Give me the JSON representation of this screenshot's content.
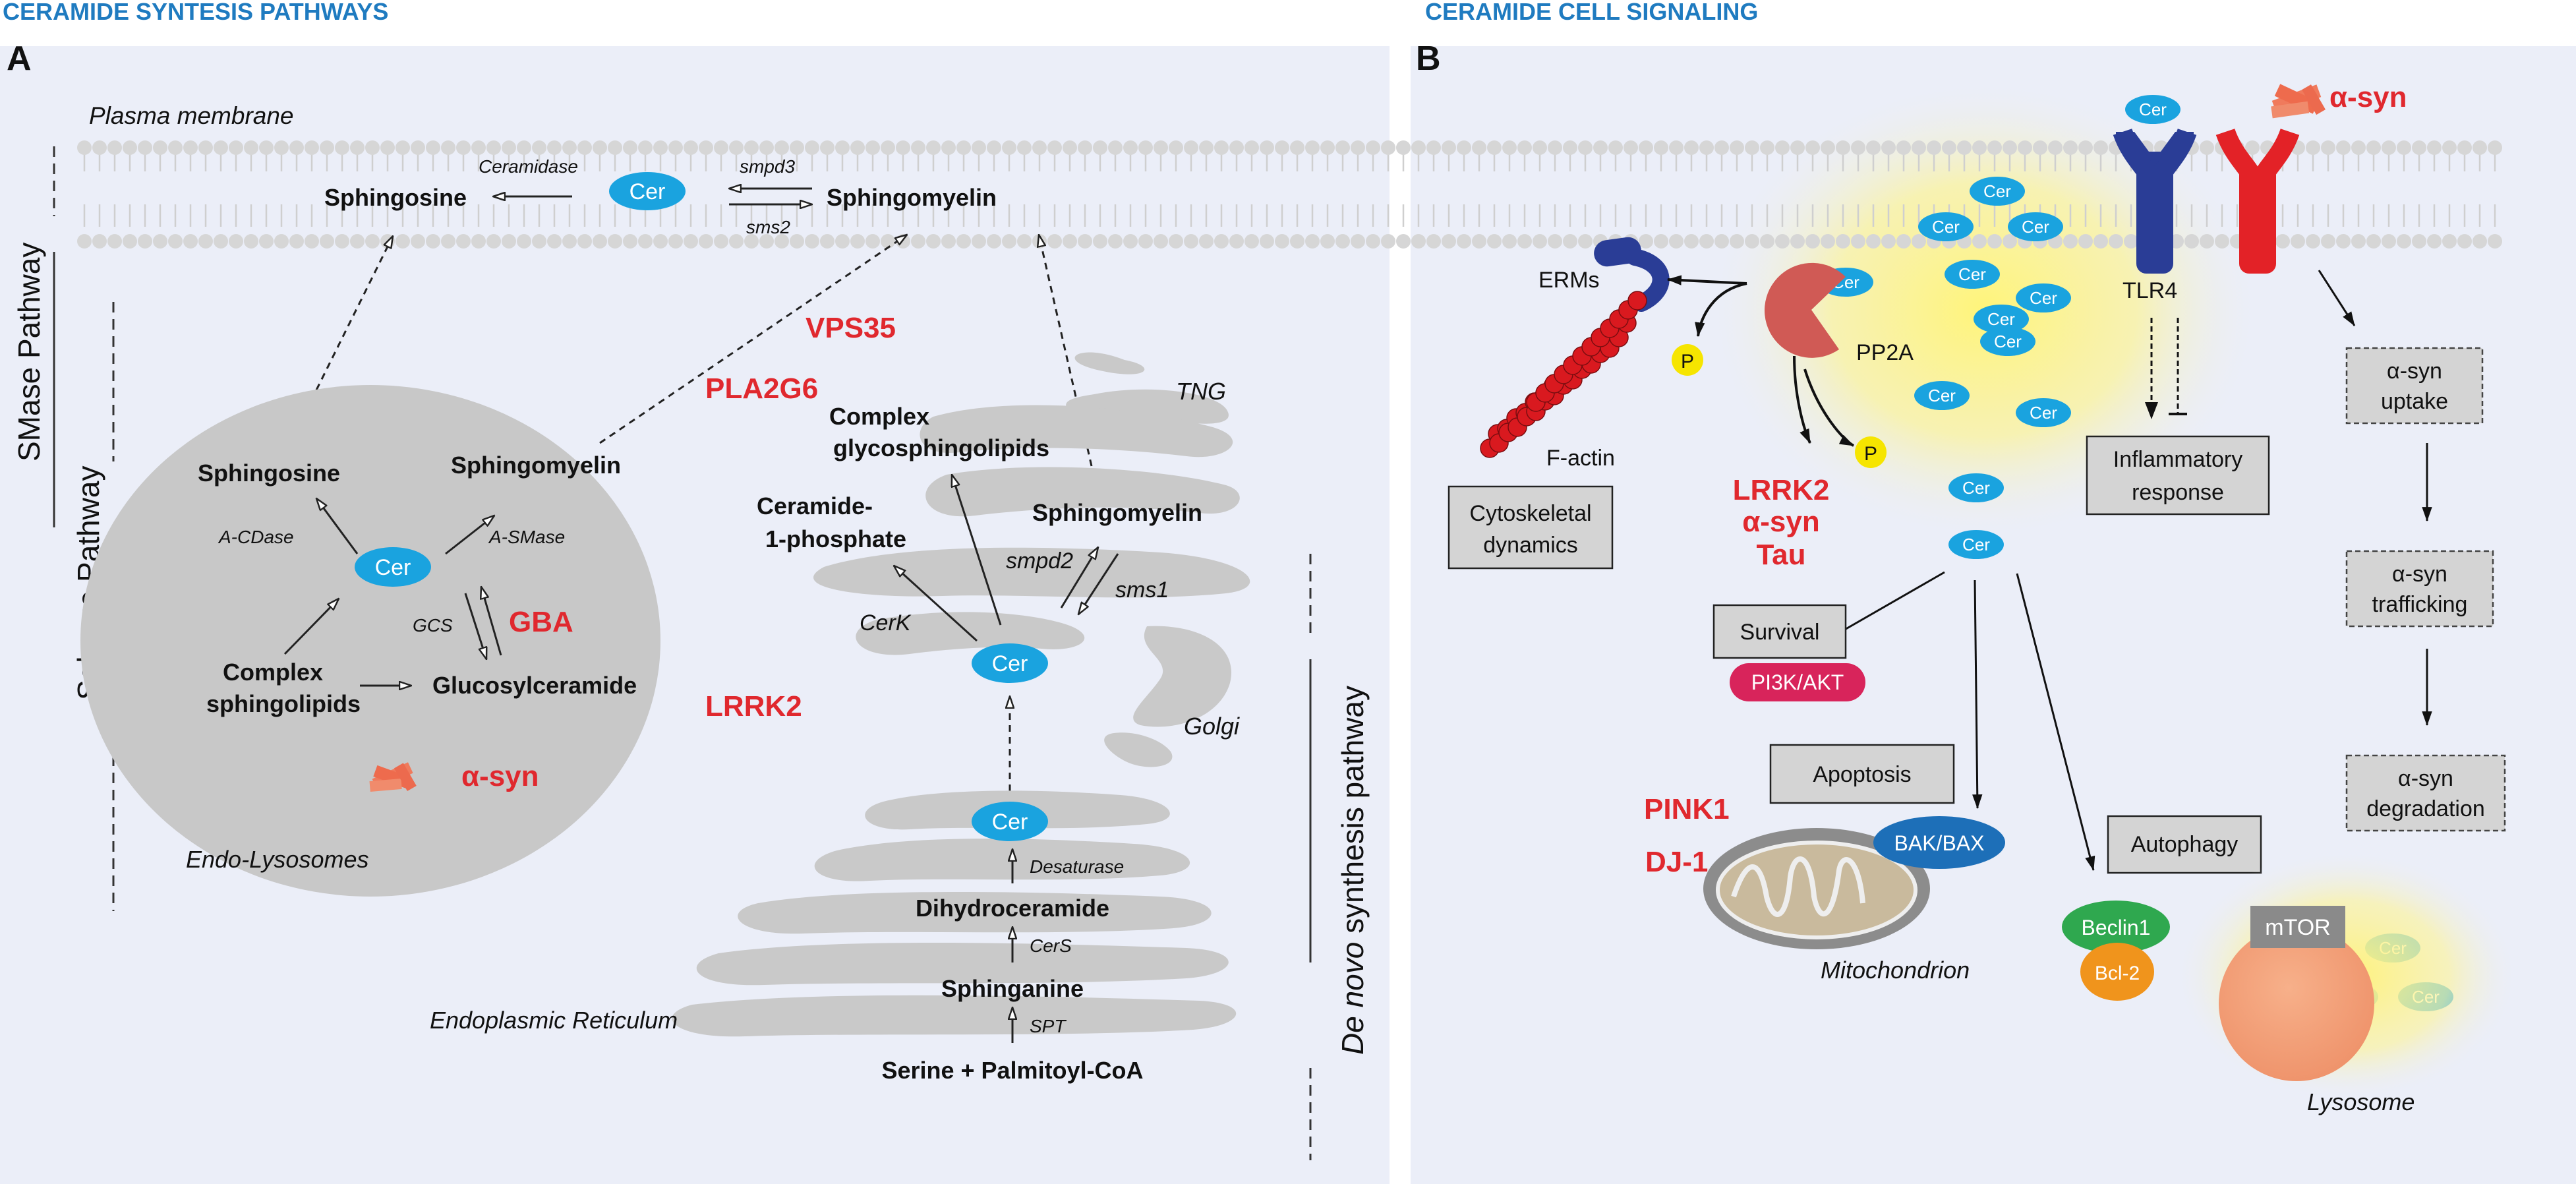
{
  "colors": {
    "header_blue": "#1f7bc0",
    "panel_bg": "#ebeef8",
    "gray_shape": "#c9c9c9",
    "cer_blue": "#1aa3df",
    "red_text": "#e0282e",
    "tlr4_blue": "#2a3d96",
    "asyn_receptor_red": "#e32227",
    "pi3k_pink": "#d8245b",
    "bak_blue": "#1d6fb8",
    "beclin_green": "#2fa84f",
    "bcl2_orange": "#f0941c",
    "p_yellow": "#f6e500"
  },
  "panel_a": {
    "header": "CERAMIDE SYNTESIS PATHWAYS",
    "letter": "A",
    "membrane_label": "Plasma membrane",
    "membrane": {
      "sphingosine": "Sphingosine",
      "ceramidase": "Ceramidase",
      "cer": "Cer",
      "smpd3": "smpd3",
      "sms2": "sms2",
      "sphingomyelin": "Sphingomyelin"
    },
    "side_labels": {
      "smase": "SMase Pathway",
      "salvage": "Salvage Pathway",
      "denovo_italic": "De novo",
      "denovo_rest": " synthesis pathway"
    },
    "endolysosome": {
      "label": "Endo-Lysosomes",
      "sphingosine": "Sphingosine",
      "sphingomyelin": "Sphingomyelin",
      "acdase": "A-CDase",
      "asmase": "A-SMase",
      "cer": "Cer",
      "gcs": "GCS",
      "gba": "GBA",
      "complex_l1": "Complex",
      "complex_l2": "sphingolipids",
      "glucosylceramide": "Glucosylceramide",
      "asyn": "α-syn"
    },
    "red_labels": {
      "vps35": "VPS35",
      "pla2g6": "PLA2G6",
      "lrrk2": "LRRK2"
    },
    "golgi": {
      "tng": "TNG",
      "golgi": "Golgi",
      "complex_l1": "Complex",
      "complex_l2": "glycosphingolipids",
      "c1p_l1": "Ceramide-",
      "c1p_l2": "1-phosphate",
      "sphingomyelin": "Sphingomyelin",
      "smpd2": "smpd2",
      "sms1": "sms1",
      "cerk": "CerK",
      "cer": "Cer"
    },
    "er": {
      "label": "Endoplasmic Reticulum",
      "cer": "Cer",
      "desaturase": "Desaturase",
      "dihydroceramide": "Dihydroceramide",
      "cers": "CerS",
      "sphinganine": "Sphinganine",
      "spt": "SPT",
      "serine": "Serine + Palmitoyl-CoA"
    }
  },
  "panel_b": {
    "header": "CERAMIDE CELL SIGNALING",
    "letter": "B",
    "asyn_top": "α-syn",
    "cer": "Cer",
    "erms": "ERMs",
    "p": "P",
    "pp2a": "PP2A",
    "tlr4": "TLR4",
    "factin": "F-actin",
    "cyto_l1": "Cytoskeletal",
    "cyto_l2": "dynamics",
    "red_list": [
      "LRRK2",
      "α-syn",
      "Tau"
    ],
    "inflam_l1": "Inflammatory",
    "inflam_l2": "response",
    "survival": "Survival",
    "pi3k": "PI3K/AKT",
    "apoptosis": "Apoptosis",
    "pink1": "PINK1",
    "dj1": "DJ-1",
    "bakbax": "BAK/BAX",
    "mitochondrion": "Mitochondrion",
    "autophagy": "Autophagy",
    "beclin1": "Beclin1",
    "bcl2": "Bcl-2",
    "mtor": "mTOR",
    "lysosome": "Lysosome",
    "uptake_l1": "α-syn",
    "uptake_l2": "uptake",
    "traff_l1": "α-syn",
    "traff_l2": "trafficking",
    "degr_l1": "α-syn",
    "degr_l2": "degradation"
  }
}
